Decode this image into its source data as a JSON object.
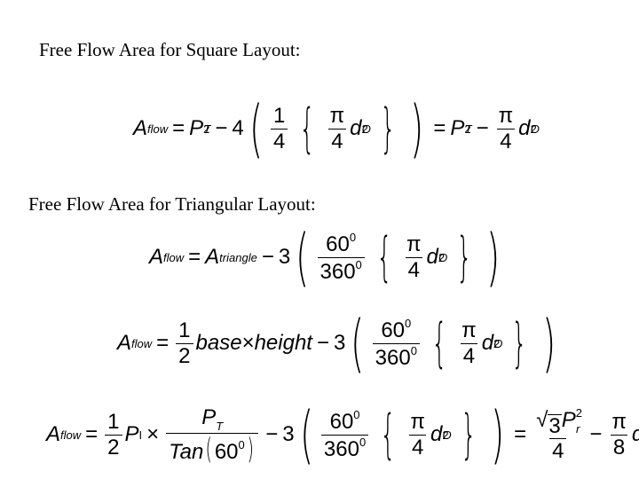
{
  "headings": {
    "square": "Free Flow Area for Square Layout:",
    "triangular": "Free Flow Area for Triangular Layout:"
  },
  "sym": {
    "A": "A",
    "flow": "flow",
    "eq": "=",
    "P": "P",
    "T": "T",
    "sq": "2",
    "minus": "−",
    "four": "4",
    "one": "1",
    "pi": "π",
    "d": "d",
    "O": "O",
    "triangle": "triangle",
    "three": "3",
    "sixty": "60",
    "deg": "0",
    "threesixty": "360",
    "two": "2",
    "base": "base",
    "times": "×",
    "height": "height",
    "PI": "P",
    "I": "I",
    "tan": "Tan",
    "r": "r",
    "eight": "8"
  }
}
